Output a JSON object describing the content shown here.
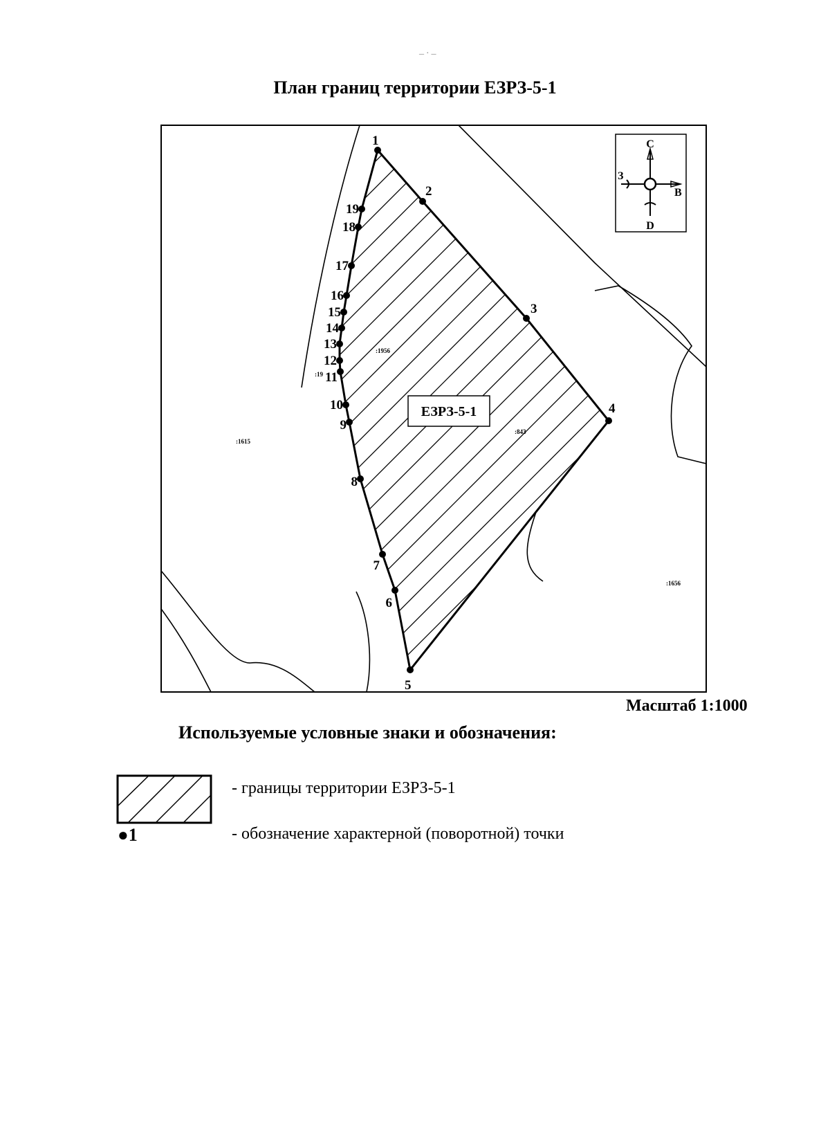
{
  "page": {
    "top_mark": "_ . _",
    "title": "План границ территории ЕЗРЗ-5-1",
    "scale": "Масштаб 1:1000"
  },
  "map": {
    "zone_label": "ЕЗРЗ-5-1",
    "parcel_labels": [
      ":1956",
      ":19",
      ":843",
      ":1615",
      ":1656"
    ],
    "compass": {
      "north": "С",
      "south": "D",
      "west": "З",
      "east": "В"
    },
    "points": [
      "1",
      "2",
      "3",
      "4",
      "5",
      "6",
      "7",
      "8",
      "9",
      "10",
      "11",
      "12",
      "13",
      "14",
      "15",
      "16",
      "17",
      "18",
      "19"
    ]
  },
  "legend": {
    "title": "Используемые условные знаки и обозначения:",
    "items": [
      {
        "symbol": "",
        "text": "- границы территории ЕЗРЗ-5-1"
      },
      {
        "symbol": "●1",
        "text": "- обозначение характерной (поворотной) точки"
      }
    ]
  },
  "colors": {
    "ink": "#000000",
    "paper": "#ffffff"
  }
}
